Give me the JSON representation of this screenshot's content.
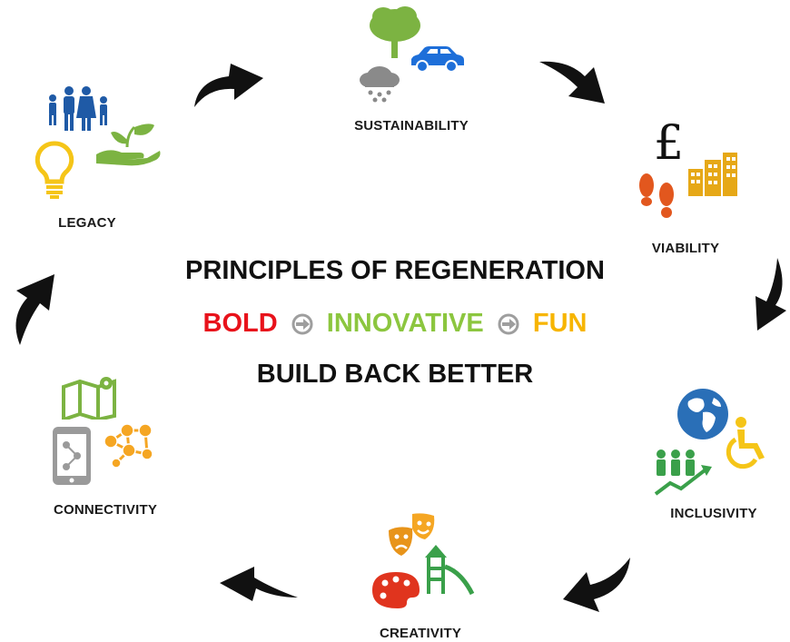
{
  "center": {
    "title": "PRINCIPLES OF REGENERATION",
    "words": [
      "BOLD",
      "INNOVATIVE",
      "FUN"
    ],
    "tagline": "BUILD BACK BETTER"
  },
  "principles": [
    {
      "label": "SUSTAINABILITY",
      "icons": [
        "tree-icon",
        "car-icon",
        "rain-cloud-icon"
      ]
    },
    {
      "label": "VIABILITY",
      "icons": [
        "pound-icon",
        "buildings-icon",
        "footprints-icon"
      ]
    },
    {
      "label": "INCLUSIVITY",
      "icons": [
        "globe-icon",
        "wheelchair-icon",
        "people-growth-icon"
      ]
    },
    {
      "label": "CREATIVITY",
      "icons": [
        "theatre-masks-icon",
        "palette-icon",
        "playground-icon"
      ]
    },
    {
      "label": "CONNECTIVITY",
      "icons": [
        "map-icon",
        "phone-icon",
        "network-icon"
      ]
    },
    {
      "label": "LEGACY",
      "icons": [
        "family-icon",
        "lightbulb-icon",
        "plant-hand-icon"
      ]
    }
  ],
  "colors": {
    "bold": "#e8121b",
    "innovative": "#8cc63f",
    "fun": "#f7b500",
    "arrow": "#111111",
    "separator": "#9e9e9e"
  }
}
